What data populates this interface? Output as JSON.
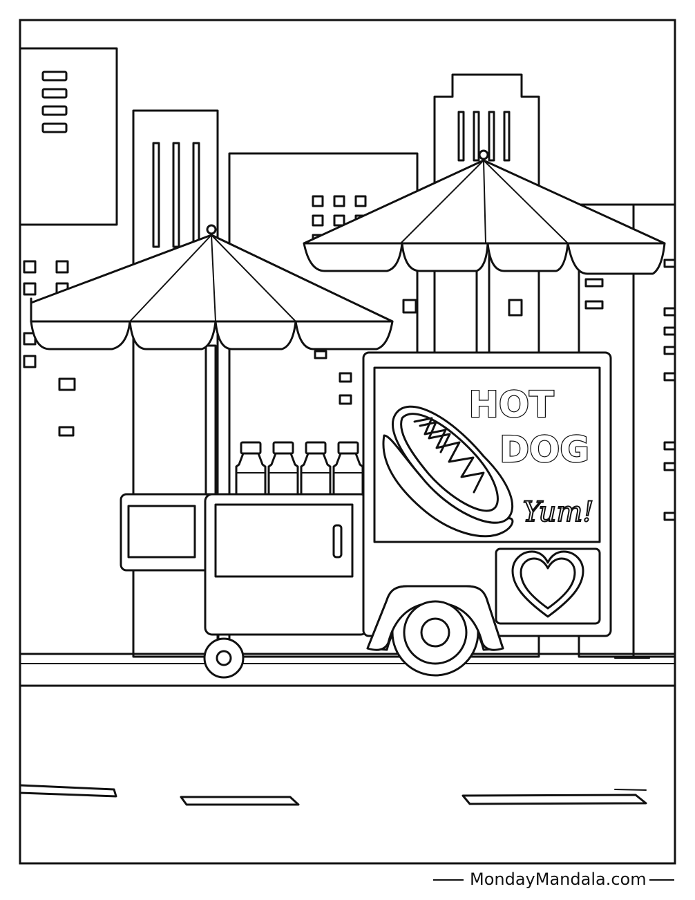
{
  "sign": {
    "line1": "HOT",
    "line2": "DOG",
    "tagline": "Yum!"
  },
  "watermark": "MondayMandala.com",
  "colors": {
    "ink": "#111111",
    "paper": "#ffffff"
  }
}
